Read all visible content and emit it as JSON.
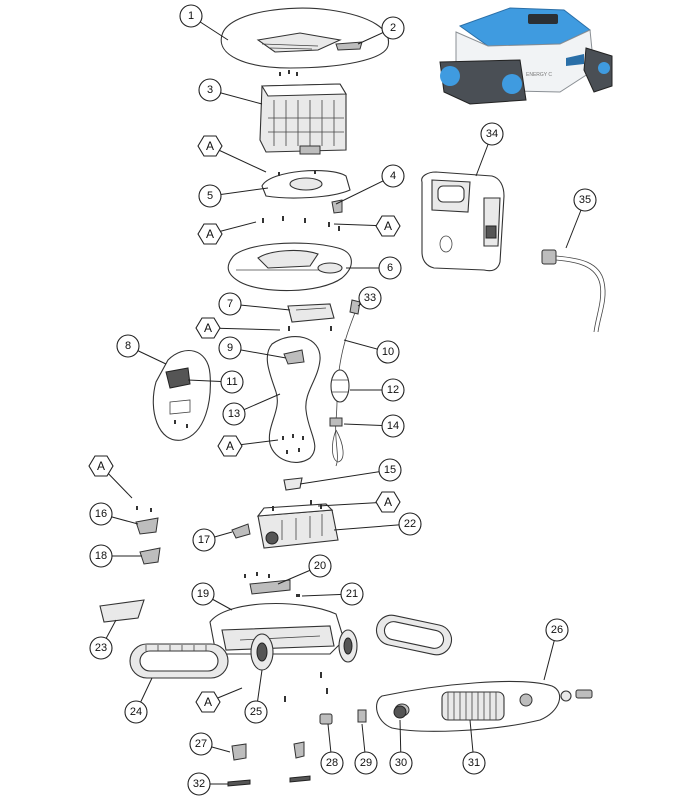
{
  "diagram": {
    "part_numbers": [
      "1",
      "2",
      "3",
      "4",
      "5",
      "6",
      "7",
      "8",
      "9",
      "10",
      "11",
      "12",
      "13",
      "14",
      "15",
      "16",
      "17",
      "18",
      "19",
      "20",
      "21",
      "22",
      "23",
      "24",
      "25",
      "26",
      "27",
      "28",
      "29",
      "30",
      "31",
      "32",
      "33",
      "34",
      "35"
    ],
    "fastener_tag": "A",
    "product_badge": "ENERGY C",
    "colors": {
      "accent_blue": "#3f9be0",
      "dark_gray": "#4a4f55",
      "line": "#222222"
    }
  }
}
